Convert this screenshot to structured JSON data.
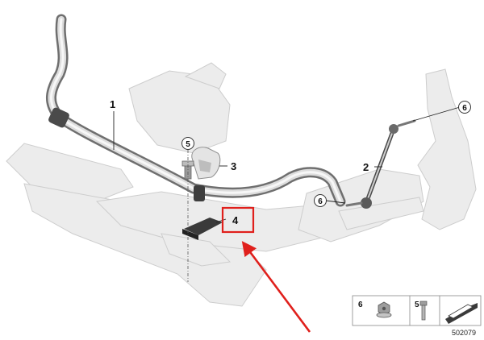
{
  "diagram": {
    "callouts": {
      "p1": "1",
      "p2": "2",
      "p3": "3",
      "p4": "4",
      "p5_top": "5",
      "p6_right": "6",
      "p6_mid": "6"
    },
    "legend": {
      "item_nut": "6",
      "item_bolt": "5"
    },
    "reference_number": "502079",
    "colors": {
      "highlight_box": "#e0201c",
      "arrow": "#e0201c",
      "frame_fill": "#e9e9e9",
      "frame_stroke": "#cfcfcf",
      "bar_dark": "#8e8e8e",
      "bar_light": "#dcdcdc",
      "bracket": "#4a4a4a"
    }
  }
}
